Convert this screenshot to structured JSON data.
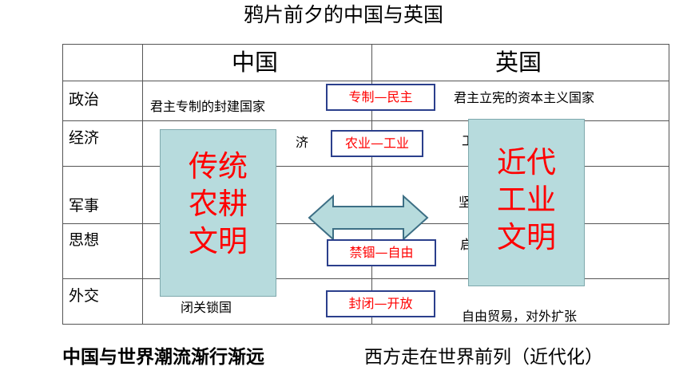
{
  "title": "鸦片前夕的中国与英国",
  "table": {
    "headers": {
      "china": "中国",
      "britain": "英国"
    },
    "rows": [
      {
        "label": "政治",
        "china": "君主专制的封建国家",
        "britain": "君主立宪的资本主义国家"
      },
      {
        "label": "经济",
        "china_partial": "济",
        "britain_partial": "工"
      },
      {
        "label": "军事",
        "britain_partial": "坚"
      },
      {
        "label": "思想",
        "britain_partial": "启"
      },
      {
        "label": "外交",
        "china": "闭关锁国",
        "britain": "自由贸易，对外扩张"
      }
    ]
  },
  "transitions": {
    "politics": "专制—民主",
    "economy": "农业—工业",
    "thought": "禁锢—自由",
    "diplomacy": "封闭—开放"
  },
  "cards": {
    "china": [
      "传统",
      "农耕",
      "文明"
    ],
    "britain": [
      "近代",
      "工业",
      "文明"
    ]
  },
  "footer": {
    "left": "中国与世界潮流渐行渐远",
    "right": "西方走在世界前列（近代化）"
  },
  "colors": {
    "accent_red": "#ff0000",
    "card_fill": "#b7dbdd",
    "box_border": "#2b3f8c",
    "arrow_fill": "#b7dbdd",
    "arrow_stroke": "#3d6f85"
  },
  "icons": {
    "arrow": "double-arrow-icon"
  }
}
